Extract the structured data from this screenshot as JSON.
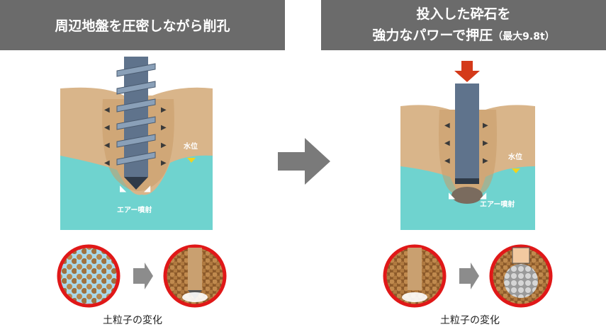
{
  "left_step": {
    "title": "周辺地盤を圧密しながら削孔",
    "water_label": "水位",
    "air_label": "エアー噴射",
    "soil_caption": "土粒子の変化"
  },
  "right_step": {
    "title_line1": "投入した砕石を",
    "title_line2": "強力なパワーで押圧",
    "title_note": "（最大9.8t）",
    "water_label": "水位",
    "air_label": "エアー噴射",
    "soil_caption": "土粒子の変化"
  },
  "colors": {
    "banner": "#6b6b6b",
    "soil": "#d9b58a",
    "soil_dark": "#b9895a",
    "water": "#6fd3cf",
    "pipe": "#5f738c",
    "press_arrow": "#d43a1a",
    "flow_arrow": "#8c8c8c",
    "circle_border": "#e01818",
    "water_marker": "#f2d21c"
  }
}
